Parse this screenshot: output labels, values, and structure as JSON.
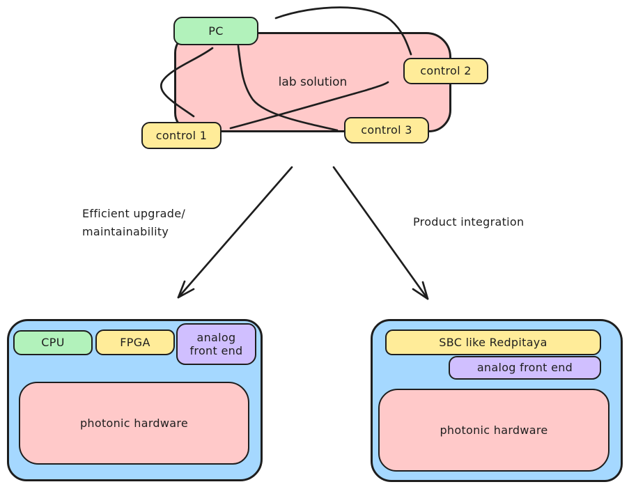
{
  "diagram": {
    "lab_cluster": {
      "title": "lab solution",
      "pc": "PC",
      "control1": "control 1",
      "control2": "control 2",
      "control3": "control 3"
    },
    "branch_left": {
      "line1": "Efficient upgrade/",
      "line2": "maintainability"
    },
    "branch_right": {
      "label": "Product integration"
    },
    "embedded_left": {
      "cpu": "CPU",
      "fpga": "FPGA",
      "afe_line1": "analog",
      "afe_line2": "front end",
      "photonic": "photonic hardware"
    },
    "embedded_right": {
      "sbc": "SBC like Redpitaya",
      "afe": "analog front end",
      "photonic": "photonic hardware"
    }
  },
  "colors": {
    "stroke": "#1e1e1e",
    "pink": "#ffc9c9",
    "green": "#b2f2bb",
    "yellow": "#ffec99",
    "purple": "#d0bfff",
    "blue": "#a5d8ff",
    "background": "#ffffff"
  }
}
